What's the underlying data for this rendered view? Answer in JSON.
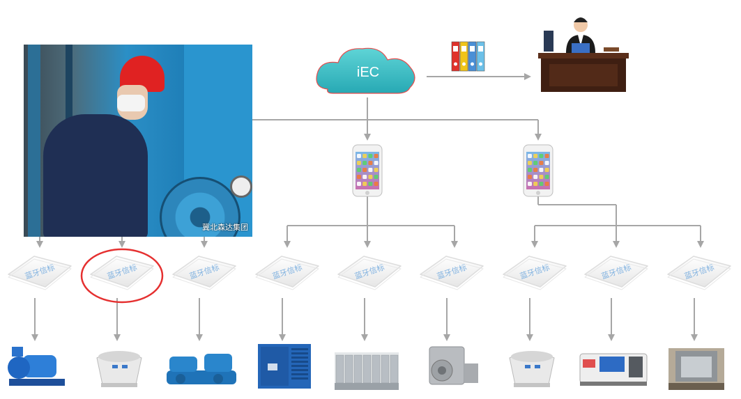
{
  "cloud": {
    "label": "iEC",
    "color": "#3ec8cc"
  },
  "photo": {
    "watermark": "冀北森达集团"
  },
  "beacon": {
    "label": "蓝牙信标",
    "count": 9
  },
  "highlight": {
    "beacon_index": 1,
    "color": "#e53030"
  },
  "phones": {
    "count": 2
  },
  "colors": {
    "arrow": "#a6a6a6",
    "binders": [
      "#e0322b",
      "#f0c419",
      "#4a8fd6",
      "#6cc0e8"
    ]
  },
  "devices": [
    {
      "name": "centrifugal-pump"
    },
    {
      "name": "cooling-tower"
    },
    {
      "name": "screw-chiller"
    },
    {
      "name": "air-compressor"
    },
    {
      "name": "switchgear-room"
    },
    {
      "name": "industrial-fan"
    },
    {
      "name": "cooling-tower"
    },
    {
      "name": "cnc-lathe"
    },
    {
      "name": "industrial-machine"
    }
  ]
}
